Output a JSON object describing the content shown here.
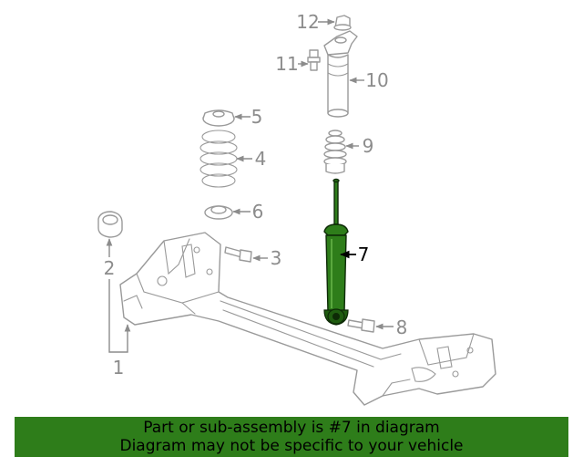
{
  "callouts": [
    "1",
    "2",
    "3",
    "4",
    "5",
    "6",
    "7",
    "8",
    "9",
    "10",
    "11",
    "12"
  ],
  "highlight_color": "#2e7d1a",
  "banner": {
    "line1": "Part or sub-assembly is #7 in diagram",
    "line2": "Diagram may not be specific to your vehicle"
  }
}
